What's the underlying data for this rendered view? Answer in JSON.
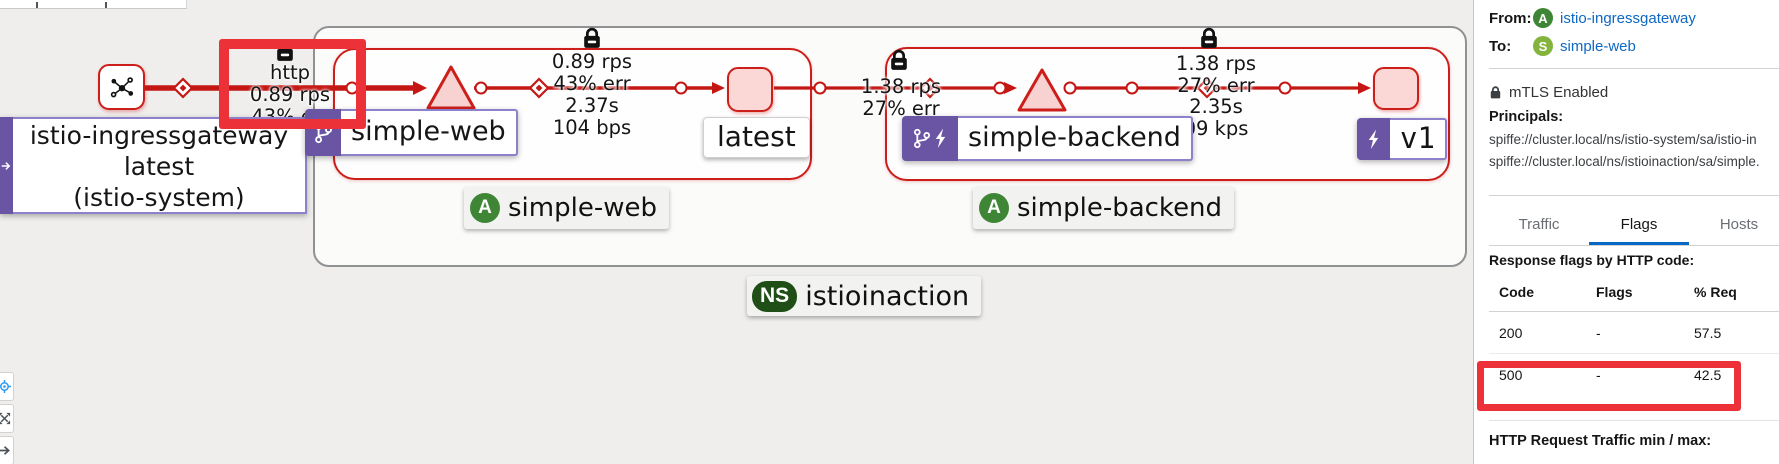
{
  "graph": {
    "namespace": {
      "badge": "NS",
      "name": "istioinaction"
    },
    "gateway_node": {
      "lines": [
        "istio-ingressgateway",
        "latest",
        "(istio-system)"
      ]
    },
    "boxes": {
      "simple_web": {
        "workload_label": "simple-web",
        "version_label": "latest",
        "app_badge": "A",
        "app_label": "simple-web"
      },
      "simple_backend": {
        "workload_label": "simple-backend",
        "version_label": "v1",
        "app_badge": "A",
        "app_label": "simple-backend"
      }
    },
    "edges": {
      "gw_to_web": {
        "lines": [
          "http",
          "0.89 rps",
          "43% err"
        ]
      },
      "web_internal": {
        "lines": [
          "0.89 rps",
          "43% err",
          "2.37s",
          "104 bps"
        ]
      },
      "web_to_backend": {
        "lines": [
          "1.38 rps",
          "27% err"
        ]
      },
      "backend_internal": {
        "lines": [
          "1.38 rps",
          "27% err",
          "2.35s",
          "09 kps"
        ]
      }
    }
  },
  "panel": {
    "from_label": "From:",
    "from_badge": "A",
    "from_value": "istio-ingressgateway",
    "to_label": "To:",
    "to_badge": "S",
    "to_value": "simple-web",
    "mtls": "mTLS Enabled",
    "principals_label": "Principals:",
    "principal1": "spiffe://cluster.local/ns/istio-system/sa/istio-in",
    "principal2": "spiffe://cluster.local/ns/istioinaction/sa/simple.",
    "tabs": [
      {
        "label": "Traffic",
        "active": false
      },
      {
        "label": "Flags",
        "active": true
      },
      {
        "label": "Hosts",
        "active": false
      }
    ],
    "flags_title": "Response flags by HTTP code:",
    "table": {
      "headers": [
        "Code",
        "Flags",
        "% Req"
      ],
      "rows": [
        [
          "200",
          "-",
          "57.5"
        ],
        [
          "500",
          "-",
          "42.5"
        ]
      ]
    },
    "bottom_title": "HTTP Request Traffic min / max:"
  },
  "colors": {
    "edge_error_red": "#cd1f1a",
    "node_purple": "#6a55a5",
    "link_blue": "#0e68c4",
    "tab_active_blue": "#0667c5",
    "app_badge_green": "#3e8635",
    "service_badge_green": "#84b33e",
    "namespace_badge_green": "#1f4f17",
    "annotation_red": "#ed3139"
  }
}
